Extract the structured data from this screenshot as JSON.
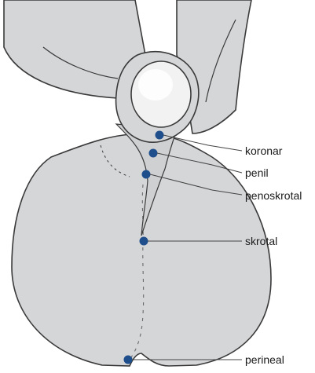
{
  "labels": {
    "koronar": "koronar",
    "penil": "penil",
    "penoskrotal": "penoskrotal",
    "skrotal": "skrotal",
    "perineal": "perineal"
  },
  "colors": {
    "marker": "#1f4e8c",
    "skin": "#d5d6d8",
    "skin_light": "#e6e7e8",
    "glans": "#f2f2f2",
    "outline": "#3a3a3a",
    "leader": "#444444"
  }
}
